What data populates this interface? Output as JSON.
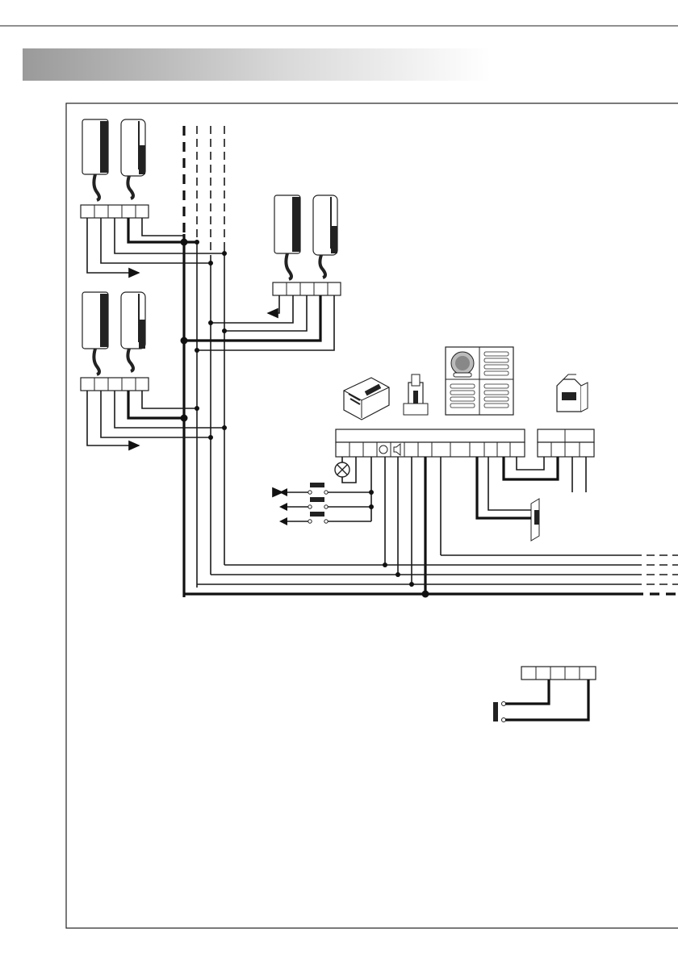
{
  "header": {
    "bar_text": ""
  },
  "colors": {
    "ink": "#111111",
    "header_gradient_start": "#a0a0a0",
    "header_gradient_end": "#ffffff"
  },
  "components": {
    "handsets": [
      "handset-pair-top",
      "handset-pair-middle",
      "handset-pair-bottom"
    ],
    "devices": [
      "power-supply-module",
      "door-lock-actuator",
      "entrance-panel",
      "din-power-supply",
      "electric-lock",
      "pushbuttons",
      "lamp",
      "doorbell-button"
    ]
  }
}
